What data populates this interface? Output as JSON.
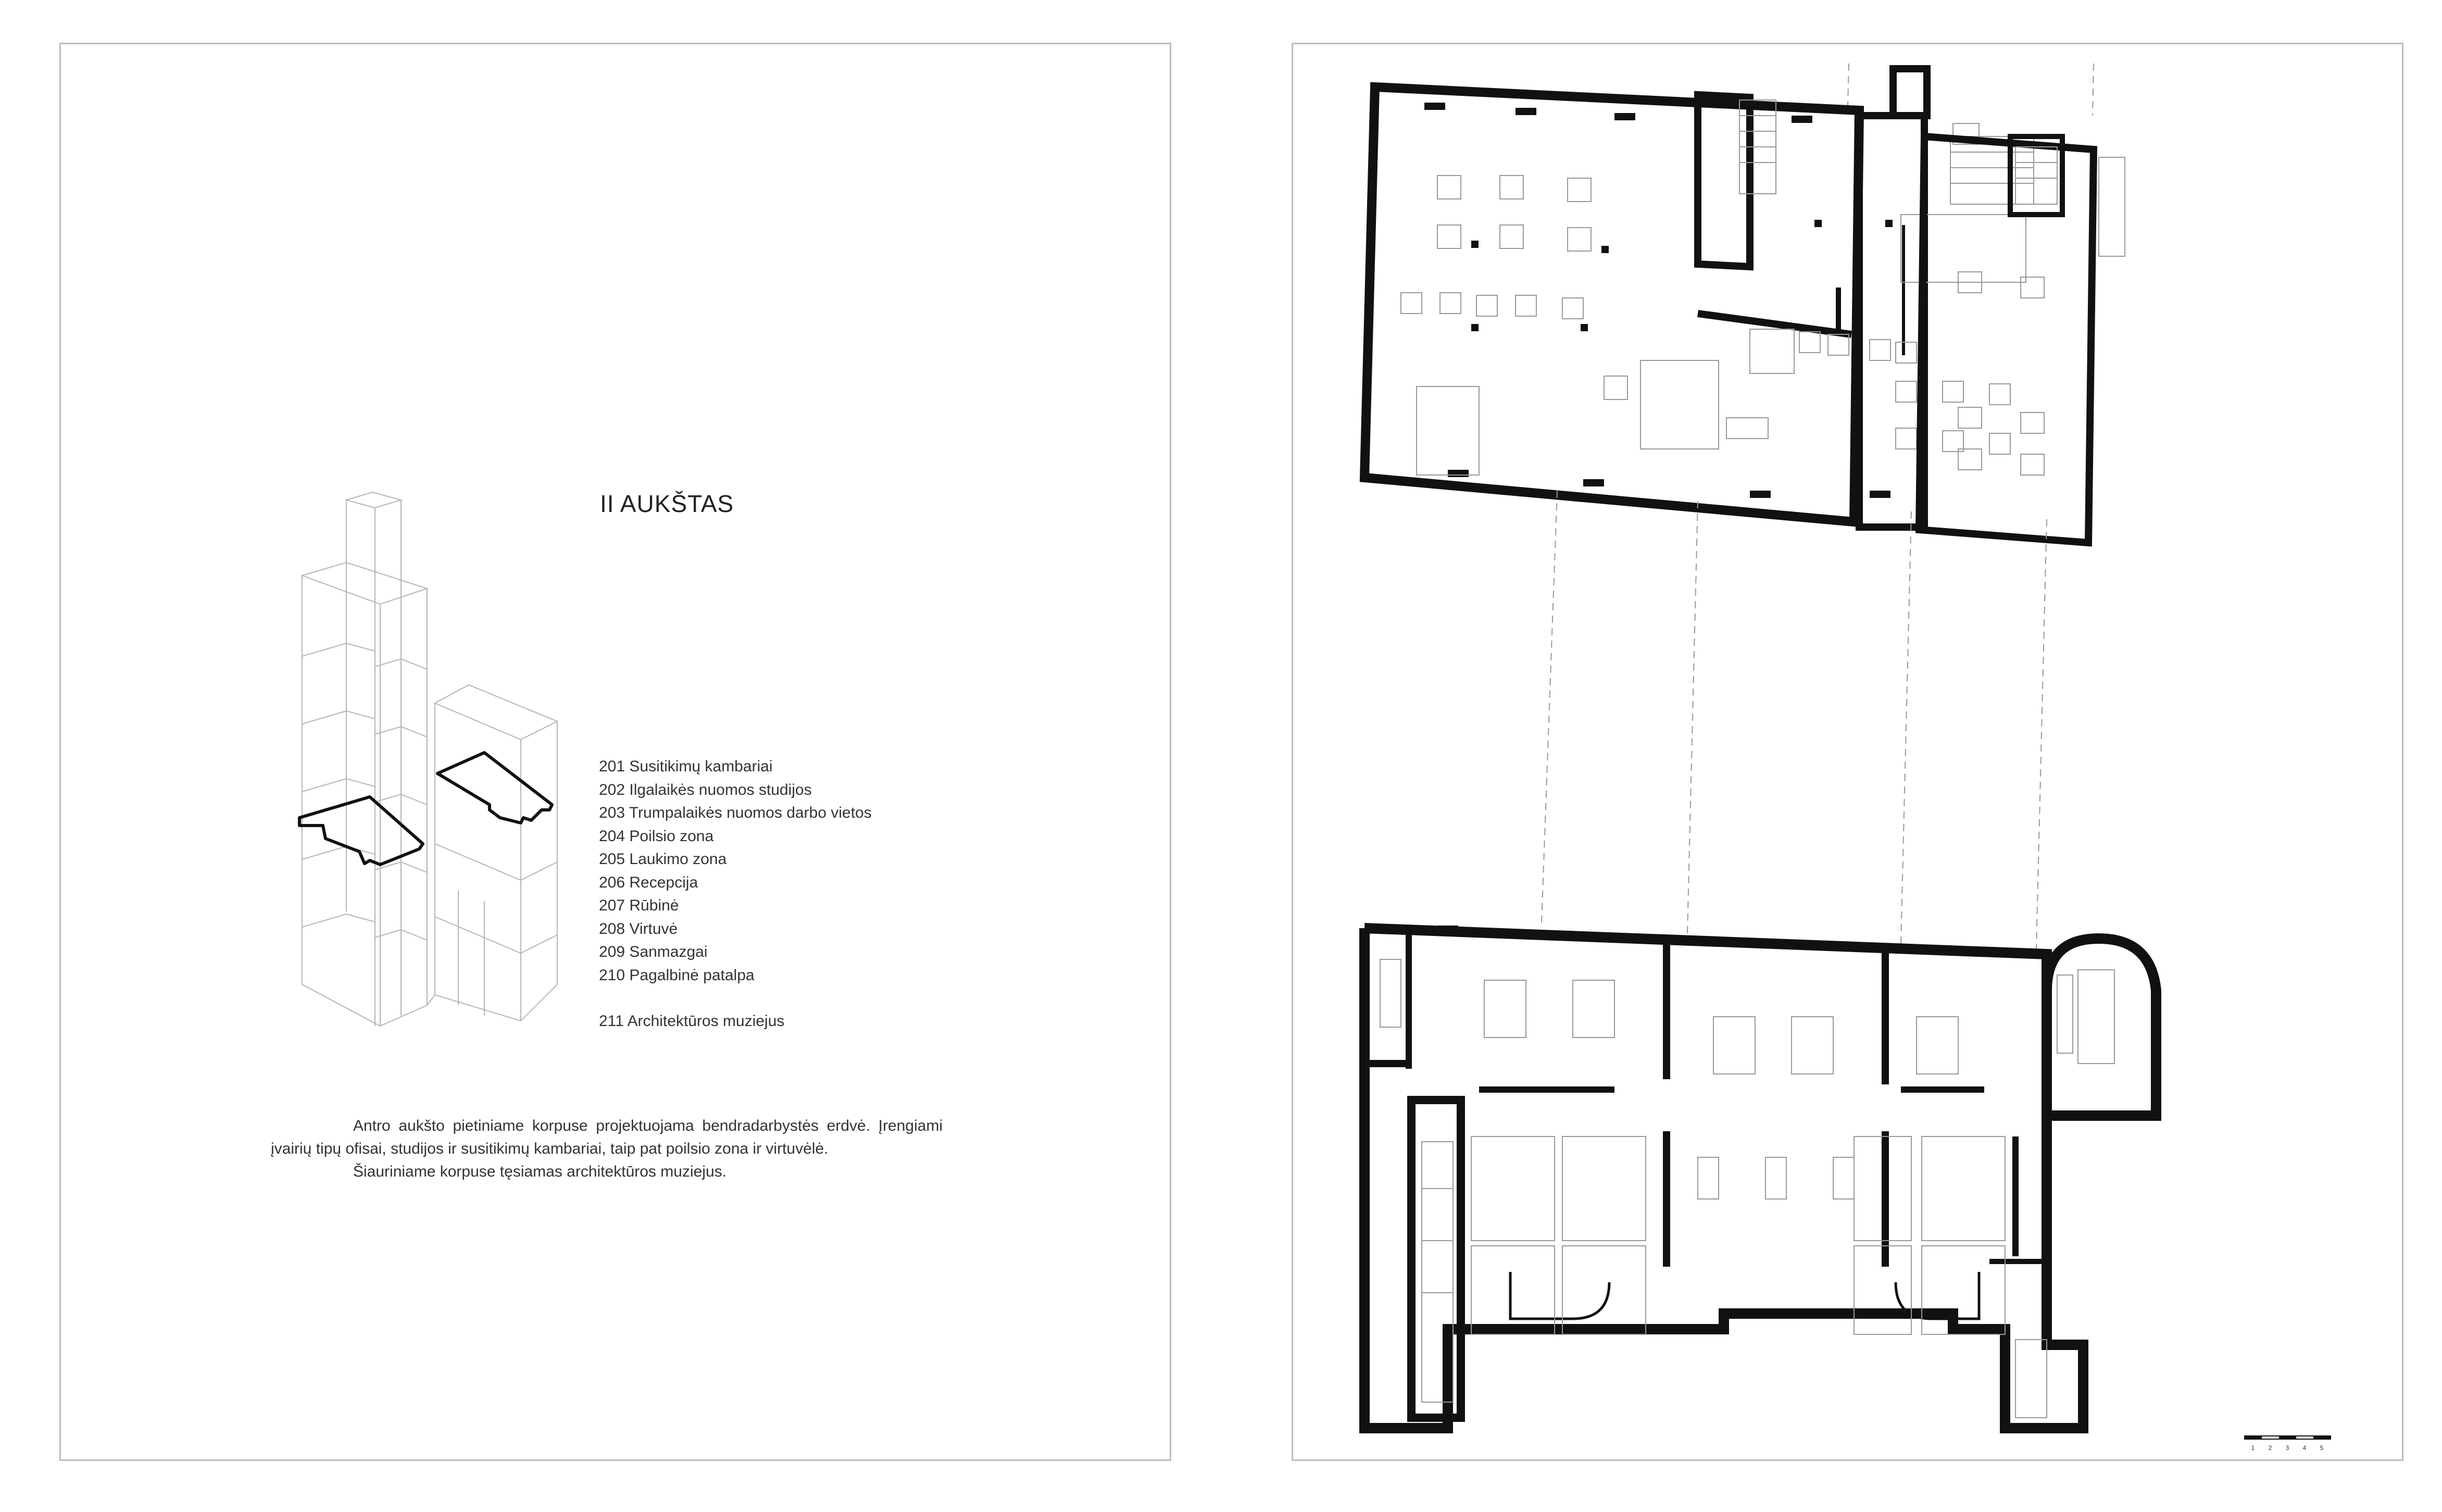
{
  "left_page": {
    "title": "II AUKŠTAS",
    "legend": [
      "201 Susitikimų kambariai",
      "202 Ilgalaikės nuomos studijos",
      "203 Trumpalaikės nuomos darbo vietos",
      "204 Poilsio zona",
      "205 Laukimo zona",
      "206 Recepcija",
      "207 Rūbinė",
      "208 Virtuvė",
      "209 Sanmazgai",
      "210 Pagalbinė patalpa"
    ],
    "legend_extra": "211 Architektūros muziejus",
    "description": [
      "Antro aukšto pietiniame korpuse projektuojama bendradarbystės erdvė. Įrengiami įvairių tipų ofisai, studijos ir susitikimų kambariai, taip pat poilsio zona ir virtuvėlė.",
      "Šiauriniame korpuse tęsiamas architektūros muziejus."
    ]
  },
  "right_page": {
    "scale_bar": [
      "1",
      "2",
      "3",
      "4",
      "5"
    ]
  },
  "colors": {
    "wall": "#111111",
    "frame": "#bdbdbd",
    "furniture": "#9a9a9a",
    "axon_line": "#b0b0b0"
  }
}
